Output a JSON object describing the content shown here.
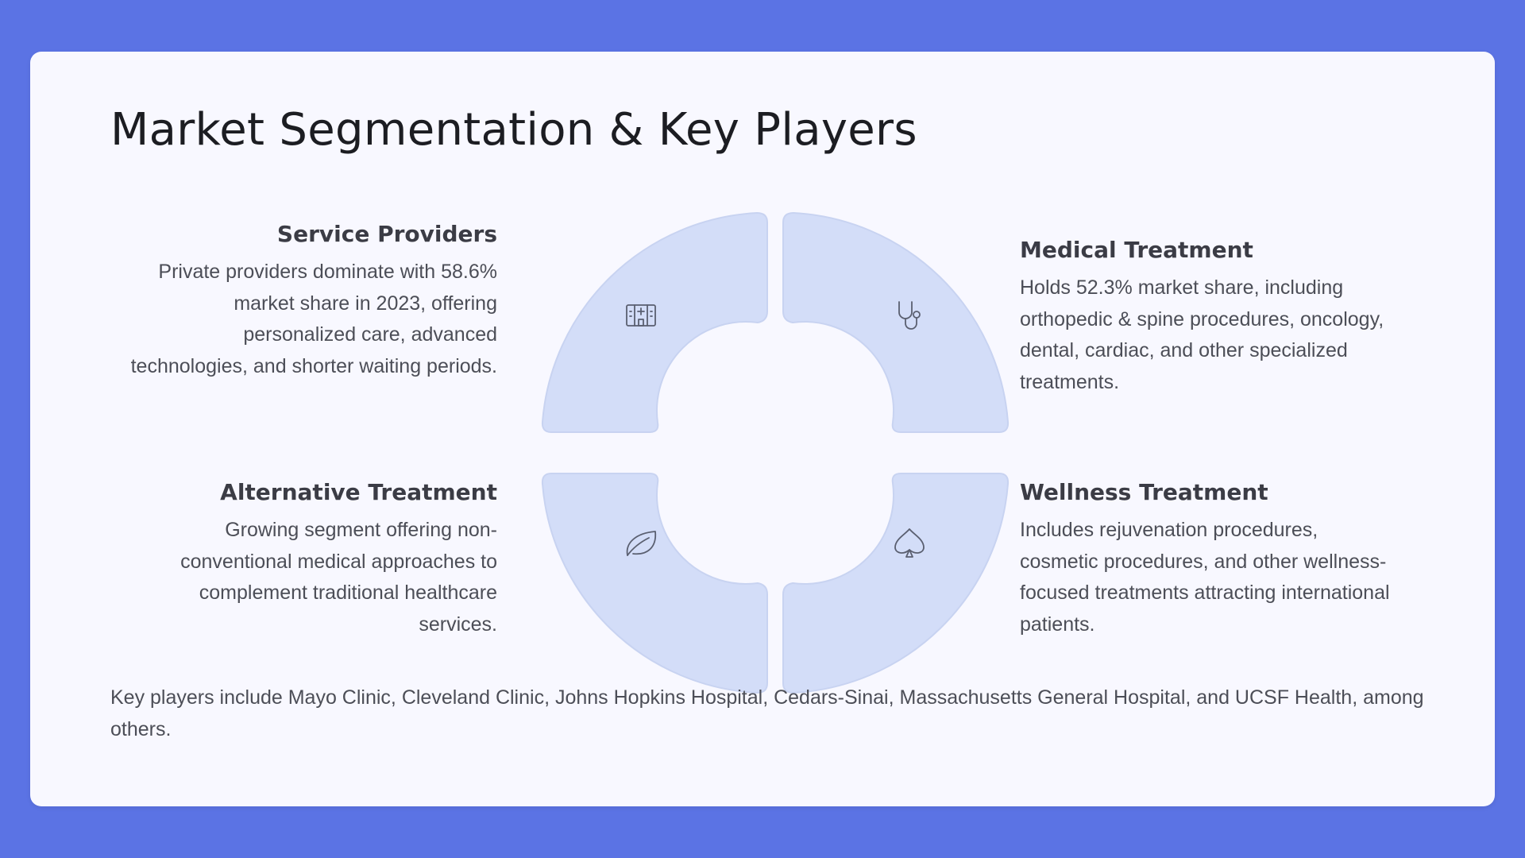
{
  "title": "Market Segmentation & Key Players",
  "colors": {
    "background": "#5b73e4",
    "card": "#f8f8ff",
    "segment_fill": "#d3ddf8",
    "text_dark": "#1c1d22",
    "text_body": "#4c4e57"
  },
  "segments": {
    "service_providers": {
      "heading": "Service Providers",
      "description": "Private providers dominate with 58.6% market share in 2023, offering personalized care, advanced technologies, and shorter waiting periods.",
      "icon": "hospital-icon"
    },
    "medical_treatment": {
      "heading": "Medical Treatment",
      "description": "Holds 52.3% market share, including orthopedic & spine procedures, oncology, dental, cardiac, and other specialized treatments.",
      "icon": "stethoscope-icon"
    },
    "alternative_treatment": {
      "heading": "Alternative Treatment",
      "description": "Growing segment offering non-conventional medical approaches to complement traditional healthcare services.",
      "icon": "leaf-icon"
    },
    "wellness_treatment": {
      "heading": "Wellness Treatment",
      "description": "Includes rejuvenation procedures, cosmetic procedures, and other wellness-focused treatments attracting international patients.",
      "icon": "spade-icon"
    }
  },
  "key_players": "Key players include Mayo Clinic, Cleveland Clinic, Johns Hopkins Hospital, Cedars-Sinai, Massachusetts General Hospital, and UCSF Health, among others."
}
